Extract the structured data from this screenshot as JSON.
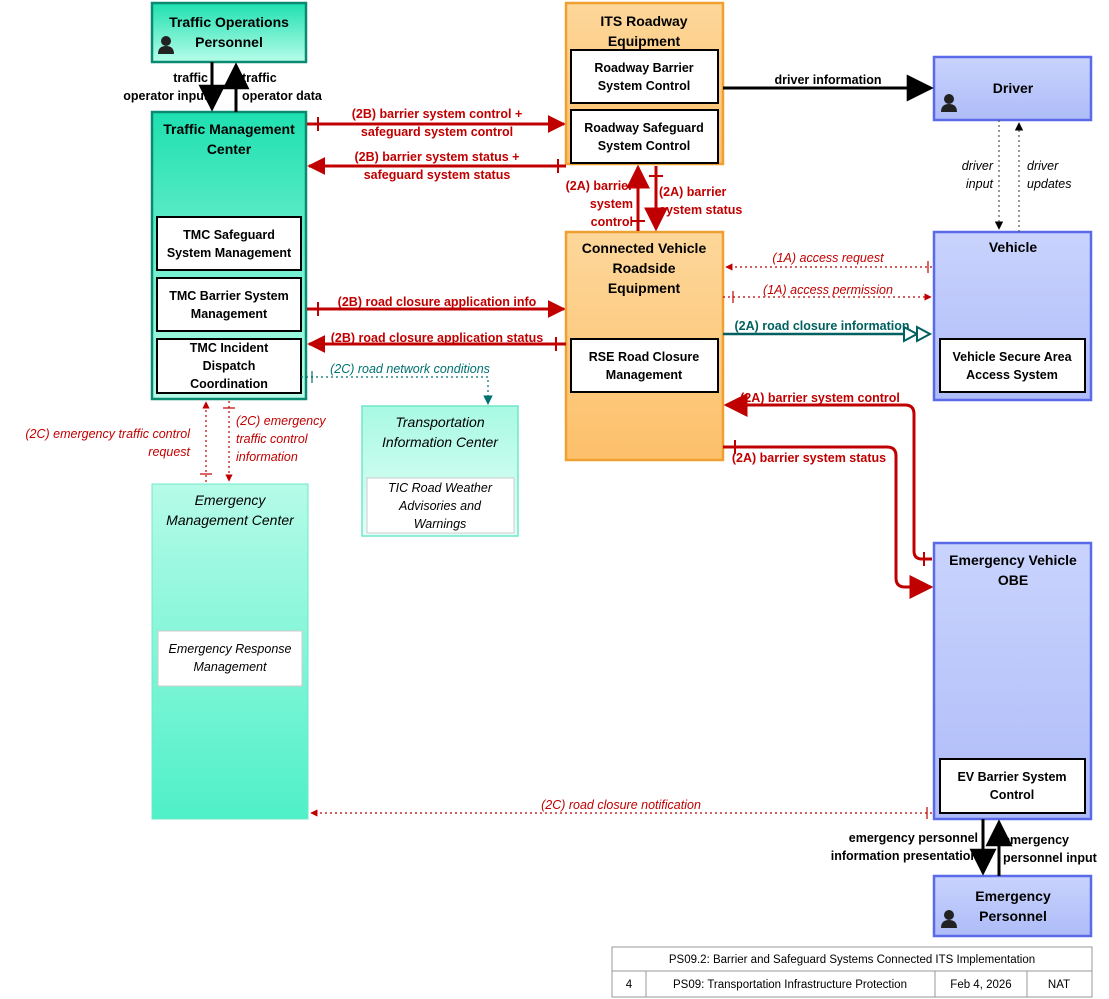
{
  "entities": {
    "traffic_ops_personnel": "Traffic Operations Personnel",
    "tmc": "Traffic Management Center",
    "its_roadway": "ITS Roadway Equipment",
    "driver": "Driver",
    "vehicle": "Vehicle",
    "cvre": "Connected Vehicle Roadside Equipment",
    "tic": "Transportation Information Center",
    "emc": "Emergency Management Center",
    "ev_obe": "Emergency Vehicle OBE",
    "emergency_personnel": "Emergency Personnel"
  },
  "objects": {
    "tmc_safeguard": "TMC Safeguard System Management",
    "tmc_barrier": "TMC Barrier System Management",
    "tmc_incident": "TMC Incident Dispatch Coordination",
    "roadway_barrier": "Roadway Barrier System Control",
    "roadway_safeguard": "Roadway Safeguard System Control",
    "rse_road_closure": "RSE Road Closure Management",
    "vehicle_secure": "Vehicle Secure Area Access System",
    "tic_weather": "TIC Road Weather Advisories and Warnings",
    "emergency_response": "Emergency Response Management",
    "ev_barrier": "EV Barrier System Control"
  },
  "flows": {
    "traffic_operator_input": "traffic operator input",
    "traffic_operator_data": "traffic operator data",
    "barrier_control_safeguard": "(2B) barrier system control + safeguard system control",
    "barrier_status_safeguard": "(2B) barrier system status + safeguard system status",
    "driver_information": "driver information",
    "driver_input": "driver input",
    "driver_updates": "driver updates",
    "barrier_system_control_2a": "(2A) barrier system control",
    "barrier_system_status_2a": "(2A) barrier system status",
    "access_request": "(1A) access request",
    "access_permission": "(1A) access permission",
    "road_closure_app_info": "(2B) road closure application info",
    "road_closure_app_status": "(2B) road closure application status",
    "road_closure_information": "(2A) road closure information",
    "road_network_conditions": "(2C) road network conditions",
    "ev_barrier_system_control": "(2A) barrier system control",
    "ev_barrier_system_status": "(2A) barrier system status",
    "emergency_traffic_control_request": "(2C) emergency traffic control request",
    "emergency_traffic_control_information": "(2C) emergency traffic control information",
    "road_closure_notification": "(2C) road closure notification",
    "emergency_personnel_info_presentation": "emergency personnel information presentation",
    "emergency_personnel_input": "emergency personnel input"
  },
  "footer": {
    "title": "PS09.2: Barrier and Safeguard Systems Connected ITS Implementation",
    "page": "4",
    "package": "PS09: Transportation Infrastructure Protection",
    "date": "Feb 4, 2026",
    "region": "NAT"
  },
  "colors": {
    "green_fill": "#2ee6b8",
    "light_green_fill": "#b4fae6",
    "orange_fill": "#fdc777",
    "blue_fill": "#bcc8fb",
    "flow_red": "#c00000",
    "flow_teal": "#007070"
  },
  "icons": [
    "person-icon"
  ]
}
